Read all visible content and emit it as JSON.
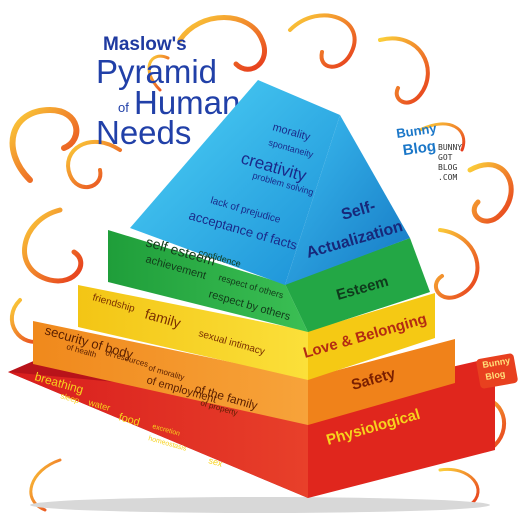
{
  "title": {
    "line1": "Maslow's",
    "line2": "Pyramid",
    "line3_small": "of",
    "line3_big": "Human",
    "line4": "Needs"
  },
  "brand": {
    "logo_top": "Bunny",
    "logo_bottom": "Blog",
    "tag1": "BUNNY",
    "tag2": "GOT",
    "tag3": "BLOG",
    "tag4": ".COM",
    "stamp_top": "Bunny",
    "stamp_bottom": "Blog"
  },
  "levels": {
    "self_actualization": {
      "label1": "Self-",
      "label2": "Actualization",
      "items": [
        "morality",
        "spontaneity",
        "creativity",
        "problem solving",
        "lack of prejudice",
        "acceptance of facts"
      ]
    },
    "esteem": {
      "label": "Esteem",
      "items": [
        "self esteem",
        "confidence",
        "achievement",
        "respect of others",
        "respect by others"
      ]
    },
    "love": {
      "label": "Love & Belonging",
      "items": [
        "friendship",
        "family",
        "sexual intimacy"
      ]
    },
    "safety": {
      "label": "Safety",
      "items": [
        "security of body",
        "of health",
        "of resources",
        "of morality",
        "of employment",
        "of the family",
        "of property"
      ]
    },
    "physiological": {
      "label": "Physiological",
      "items": [
        "breathing",
        "sleep",
        "water",
        "food",
        "excretion",
        "homeostasis",
        "sex"
      ]
    }
  },
  "colors": {
    "title": "#2140a8",
    "cyan": "#29b6e8",
    "green": "#1fa84a",
    "yellow": "#f7d117",
    "orange": "#f28a1e",
    "red": "#d91e1e",
    "swirl": "#f39a1a"
  }
}
